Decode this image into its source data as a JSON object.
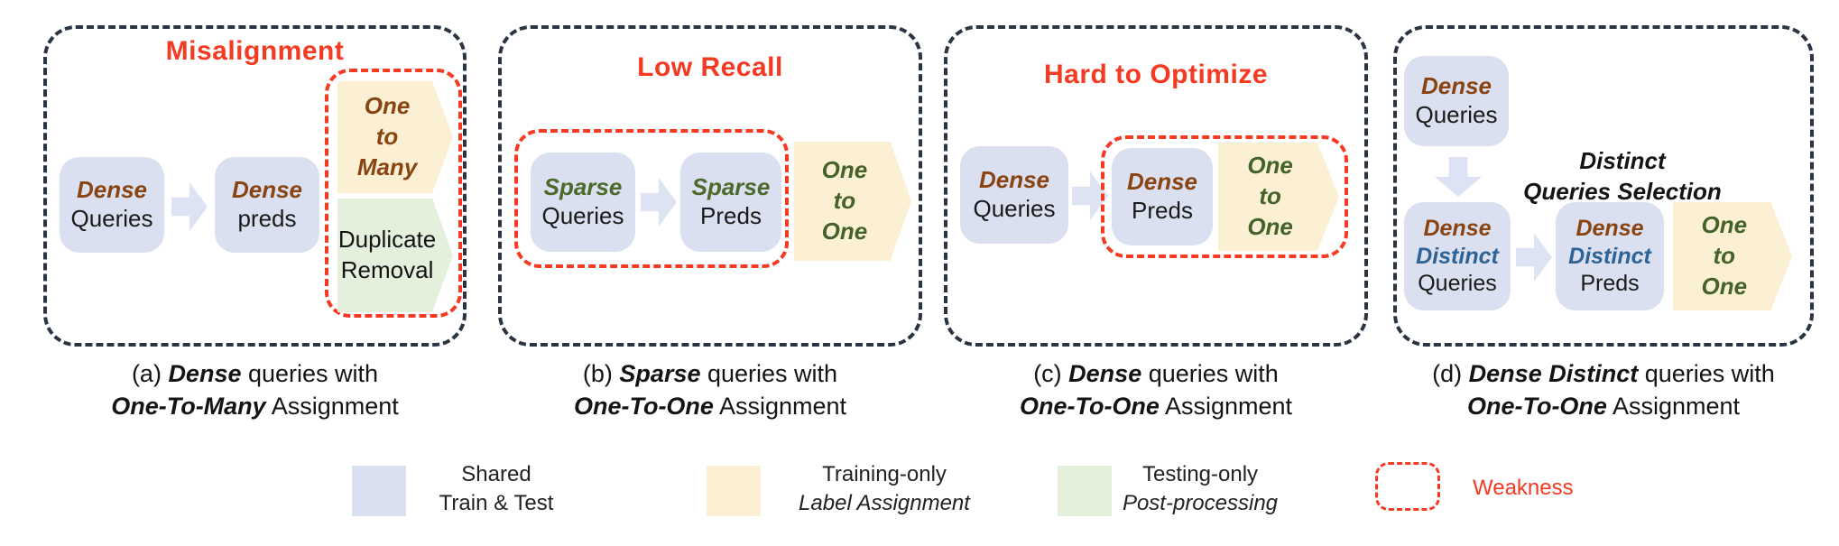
{
  "colors": {
    "shared_fill": "#dae0ef",
    "assignment_fill": "#fbf0d4",
    "postprocess_fill": "#e4efdc",
    "weakness_red": "#f43a22",
    "frame_dark": "#2a3442",
    "dense_text_brown": "#8a4412",
    "sparse_text_green": "#4c6a2c",
    "distinct_text_blue": "#2e6398"
  },
  "panels": {
    "a": {
      "title": "Misalignment",
      "query_box": {
        "em": "Dense",
        "plain": "Queries"
      },
      "pred_box": {
        "em": "Dense",
        "plain": "preds"
      },
      "assignment_arrow": {
        "l1": "One",
        "l2": "to",
        "l3": "Many"
      },
      "postprocess_arrow": {
        "l1": "Duplicate",
        "l2": "Removal"
      },
      "caption": {
        "pre": "(a) ",
        "em1": "Dense",
        "mid": " queries with",
        "em2": "One-To-Many",
        "post": " Assignment"
      }
    },
    "b": {
      "title": "Low Recall",
      "query_box": {
        "em": "Sparse",
        "plain": "Queries"
      },
      "pred_box": {
        "em": "Sparse",
        "plain": "Preds"
      },
      "assignment_arrow": {
        "l1": "One",
        "l2": "to",
        "l3": "One"
      },
      "caption": {
        "pre": "(b) ",
        "em1": "Sparse",
        "mid": " queries with",
        "em2": "One-To-One",
        "post": " Assignment"
      }
    },
    "c": {
      "title": "Hard to Optimize",
      "query_box": {
        "em": "Dense",
        "plain": "Queries"
      },
      "pred_box": {
        "em": "Dense",
        "plain": "Preds"
      },
      "assignment_arrow": {
        "l1": "One",
        "l2": "to",
        "l3": "One"
      },
      "caption": {
        "pre": "(c) ",
        "em1": "Dense",
        "mid": " queries with",
        "em2": "One-To-One",
        "post": " Assignment"
      }
    },
    "d": {
      "query_box": {
        "em": "Dense",
        "plain": "Queries"
      },
      "selection_label": {
        "l1": "Distinct",
        "l2": "Queries Selection"
      },
      "distinct_query_box": {
        "em1": "Dense",
        "em2": "Distinct",
        "plain": "Queries"
      },
      "distinct_pred_box": {
        "em1": "Dense",
        "em2": "Distinct",
        "plain": "Preds"
      },
      "assignment_arrow": {
        "l1": "One",
        "l2": "to",
        "l3": "One"
      },
      "caption": {
        "pre": "(d) ",
        "em1": "Dense Distinct",
        "mid": " queries with",
        "em2": "One-To-One",
        "post": " Assignment"
      }
    }
  },
  "legend": {
    "shared": {
      "l1": "Shared",
      "l2": "Train & Test"
    },
    "training": {
      "l1": "Training-only",
      "l2": "Label Assignment"
    },
    "testing": {
      "l1": "Testing-only",
      "l2": "Post-processing"
    },
    "weakness": {
      "label": "Weakness"
    }
  }
}
